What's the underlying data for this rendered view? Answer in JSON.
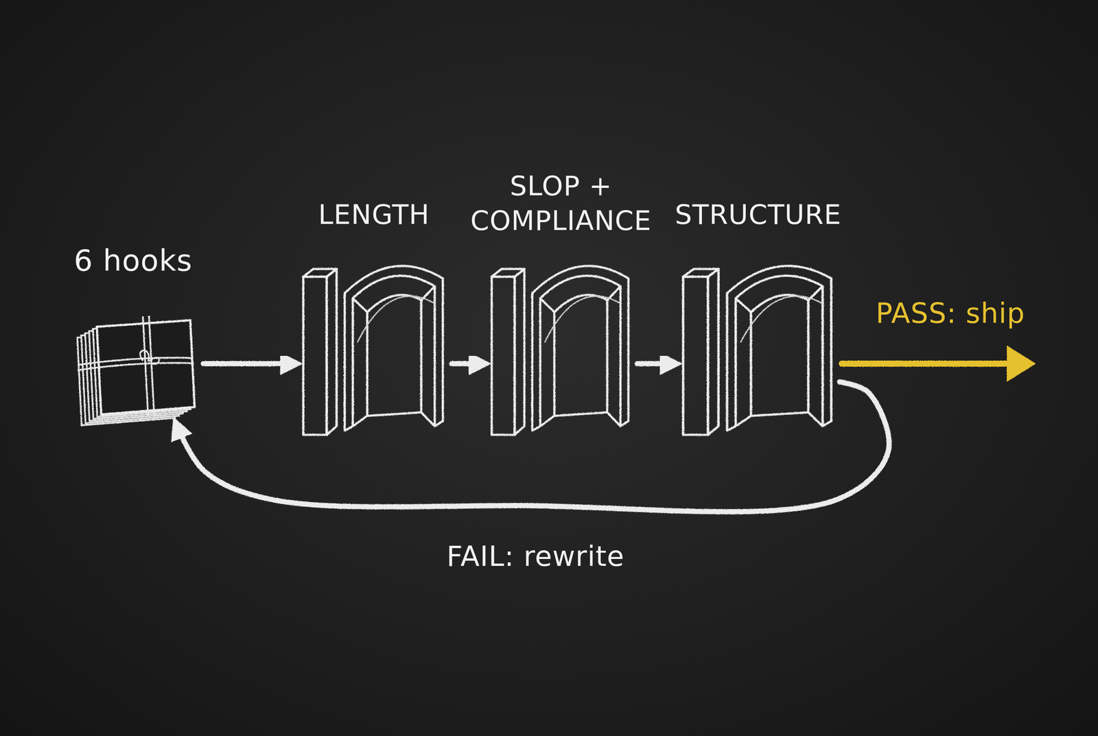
{
  "diagram": {
    "nodes": [
      {
        "text": [
          "6 hooks"
        ]
      },
      {
        "text": [
          "LENGTH"
        ]
      },
      {
        "text": [
          "SLOP + COMPLIANCE"
        ]
      },
      {
        "text": [
          "STRUCTURE"
        ]
      }
    ],
    "edges": [
      {
        "from": 0,
        "to": 1,
        "arrow": "to"
      },
      {
        "from": 1,
        "to": 2,
        "arrow": "to"
      },
      {
        "from": 2,
        "to": 3,
        "arrow": "to"
      },
      {
        "from": 3,
        "to": 0,
        "label": "FAIL: rewrite",
        "arrow": "to"
      }
    ],
    "labels": [
      "PASS: ship"
    ]
  }
}
